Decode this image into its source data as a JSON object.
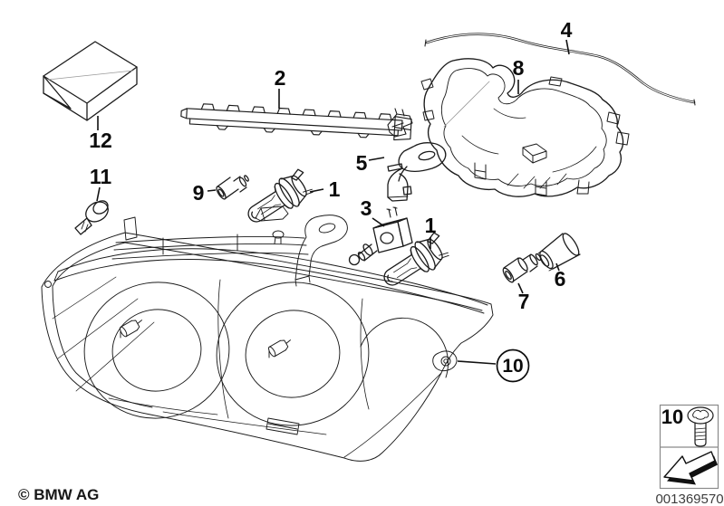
{
  "diagram": {
    "type": "parts-diagram",
    "callouts": {
      "c1": "1",
      "c2": "2",
      "c3": "3",
      "c4": "4",
      "c5": "5",
      "c6": "6",
      "c7": "7",
      "c8": "8",
      "c9": "9",
      "c10": "10",
      "c11": "11",
      "c12": "12"
    },
    "legend": {
      "item_number": "10"
    },
    "footer": {
      "copyright": "© BMW AG",
      "document_number": "001369570"
    }
  }
}
